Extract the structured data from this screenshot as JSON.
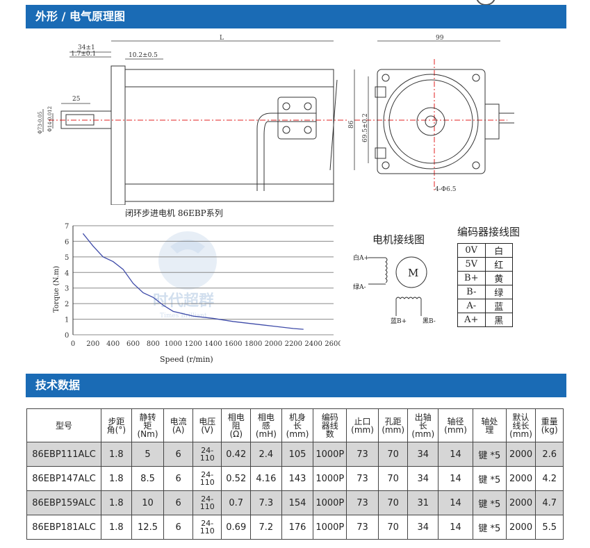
{
  "section1_title": "外形 / 电气原理图",
  "section2_title": "技术数据",
  "drawing": {
    "dims": {
      "L": "L",
      "d34": "34±1",
      "d17": "1.7±0.1",
      "d10": "10.2±0.5",
      "d25": "25",
      "dia73": "Φ73-0.05",
      "dia14": "Φ14-0.012",
      "w99": "99",
      "h86": "86",
      "h69": "69.5±0.2",
      "holes": "4-Φ6.5"
    }
  },
  "chart_data": {
    "type": "line",
    "title": "闭环步进电机 86EBP系列",
    "xlabel": "Speed  (r/min)",
    "ylabel": "Torque (N.m)",
    "xlim": [
      0,
      2600
    ],
    "ylim": [
      0,
      7
    ],
    "x_ticks": [
      "0",
      "200",
      "400",
      "600",
      "800",
      "1000",
      "1200",
      "1400",
      "1600",
      "1800",
      "2000",
      "2200",
      "2400",
      "2600"
    ],
    "y_ticks": [
      "0",
      "1",
      "2",
      "3",
      "4",
      "5",
      "6",
      "7"
    ],
    "grid": "horizontal",
    "watermark": "时代超群",
    "watermark_sub": "Times Brilliant",
    "series": [
      {
        "x": [
          100,
          200,
          300,
          400,
          500,
          600,
          700,
          800,
          900,
          1000,
          1100,
          1200,
          1400,
          1600,
          1800,
          2000,
          2200,
          2300
        ],
        "values": [
          6.5,
          5.7,
          5.0,
          4.7,
          4.2,
          3.3,
          2.7,
          2.4,
          1.9,
          1.5,
          1.35,
          1.2,
          1.05,
          0.85,
          0.7,
          0.55,
          0.4,
          0.35
        ]
      }
    ]
  },
  "wiring": {
    "title": "电机接线图",
    "motor": "M",
    "a_plus": "白A+",
    "a_minus": "绿A-",
    "b_plus": "蓝B+",
    "b_minus": "黑B-"
  },
  "encoder": {
    "title": "编码器接线图",
    "rows": [
      [
        "0V",
        "白"
      ],
      [
        "5V",
        "红"
      ],
      [
        "B+",
        "黄"
      ],
      [
        "B-",
        "绿"
      ],
      [
        "A-",
        "蓝"
      ],
      [
        "A+",
        "黑"
      ]
    ]
  },
  "table": {
    "headers": [
      "型号",
      "步距\n角(°)",
      "静转\n矩\n(Nm)",
      "电流\n(A)",
      "电压\n(V)",
      "相电\n阻\n(Ω)",
      "相电\n感\n(mH)",
      "机身\n长\n(mm)",
      "编码\n器线\n数",
      "止口\n(mm)",
      "孔距\n(mm)",
      "出轴\n长\n(mm)",
      "轴径\n(mm)",
      "轴处\n理",
      "默认\n线长\n(mm)",
      "重量\n(kg)"
    ],
    "rows": [
      [
        "86EBP111ALC",
        "1.8",
        "5",
        "6",
        "24-\n110",
        "0.42",
        "2.4",
        "105",
        "1000P",
        "73",
        "70",
        "34",
        "14",
        "键 *5",
        "2000",
        "2.6"
      ],
      [
        "86EBP147ALC",
        "1.8",
        "8.5",
        "6",
        "24-\n110",
        "0.52",
        "4.16",
        "143",
        "1000P",
        "73",
        "70",
        "34",
        "14",
        "键 *5",
        "2000",
        "4.2"
      ],
      [
        "86EBP159ALC",
        "1.8",
        "10",
        "6",
        "24-\n110",
        "0.7",
        "7.3",
        "154",
        "1000P",
        "73",
        "70",
        "31",
        "14",
        "键 *5",
        "2000",
        "4.7"
      ],
      [
        "86EBP181ALC",
        "1.8",
        "12.5",
        "6",
        "24-\n110",
        "0.69",
        "7.2",
        "176",
        "1000P",
        "73",
        "70",
        "34",
        "14",
        "键 *5",
        "2000",
        "5.5"
      ]
    ]
  }
}
